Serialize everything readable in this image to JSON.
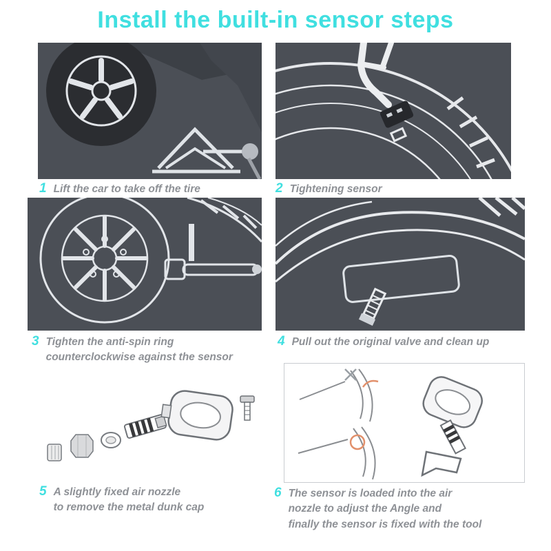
{
  "title": "Install the built-in sensor steps",
  "colors": {
    "accent": "#40dfe0",
    "caption_text": "#8e9196",
    "panel_background": "#4b4f56",
    "line_art": "#e2e5e9",
    "mark_accent": "#e2906b"
  },
  "steps": [
    {
      "number": "1",
      "caption": "Lift the car to take off the tire",
      "illustration": "car-wheel-and-scissor-jack"
    },
    {
      "number": "2",
      "caption": "Tightening sensor",
      "illustration": "tool-tightening-sensor-on-rim"
    },
    {
      "number": "3",
      "caption": "Tighten the anti-spin ring\ncounterclockwise against the sensor",
      "illustration": "wheel-with-anti-spin-tool"
    },
    {
      "number": "4",
      "caption": "Pull out the original valve and clean up",
      "illustration": "rim-with-original-valve"
    },
    {
      "number": "5",
      "caption": "A slightly fixed air nozzle\nto remove the metal dunk cap",
      "illustration": "exploded-sensor-valve-parts"
    },
    {
      "number": "6",
      "caption": "The sensor is loaded into the air\nnozzle to adjust the Angle and\nfinally the sensor is fixed with the tool",
      "illustration": "sensor-angle-adjustment-with-tool"
    }
  ]
}
